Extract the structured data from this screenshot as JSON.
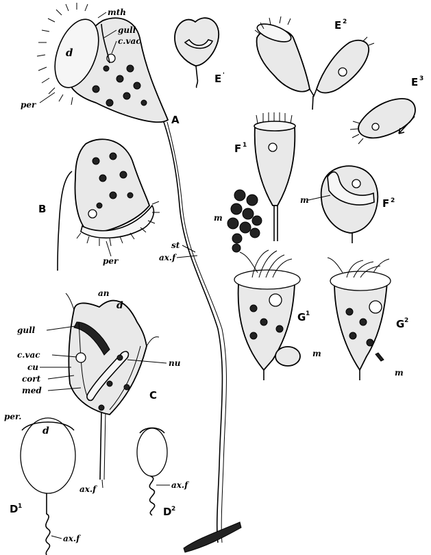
{
  "labels": {
    "A_mth": "mth",
    "A_gull": "gull",
    "A_cvac": "c.vac",
    "A_d": "d",
    "A_per": "per",
    "B_per": "per",
    "st": "st",
    "axf_main": "ax.f",
    "C_an": "an",
    "C_d": "d",
    "C_gull": "gull",
    "C_cvac": "c.vac",
    "C_cu": "cu",
    "C_cort": "cort",
    "C_med": "med",
    "C_nu": "nu",
    "C_axf": "ax.f",
    "D1_per": "per.",
    "D1_d": "d",
    "D1_axf": "ax.f",
    "D2_axf": "ax.f",
    "F1_m": "m",
    "F2_m": "m",
    "G1_m": "m",
    "G2_m": "m"
  },
  "figure_letters": {
    "A": "A",
    "B": "B",
    "C": "C",
    "D1": "D",
    "D1_sup": "1",
    "D2": "D",
    "D2_sup": "2",
    "E1": "E",
    "E1_sup": "'",
    "E2": "E",
    "E2_sup": "2",
    "E3": "E",
    "E3_sup": "3",
    "F1": "F",
    "F1_sup": "1",
    "F2": "F",
    "F2_sup": "2",
    "G1": "G",
    "G1_sup": "1",
    "G2": "G",
    "G2_sup": "2"
  }
}
